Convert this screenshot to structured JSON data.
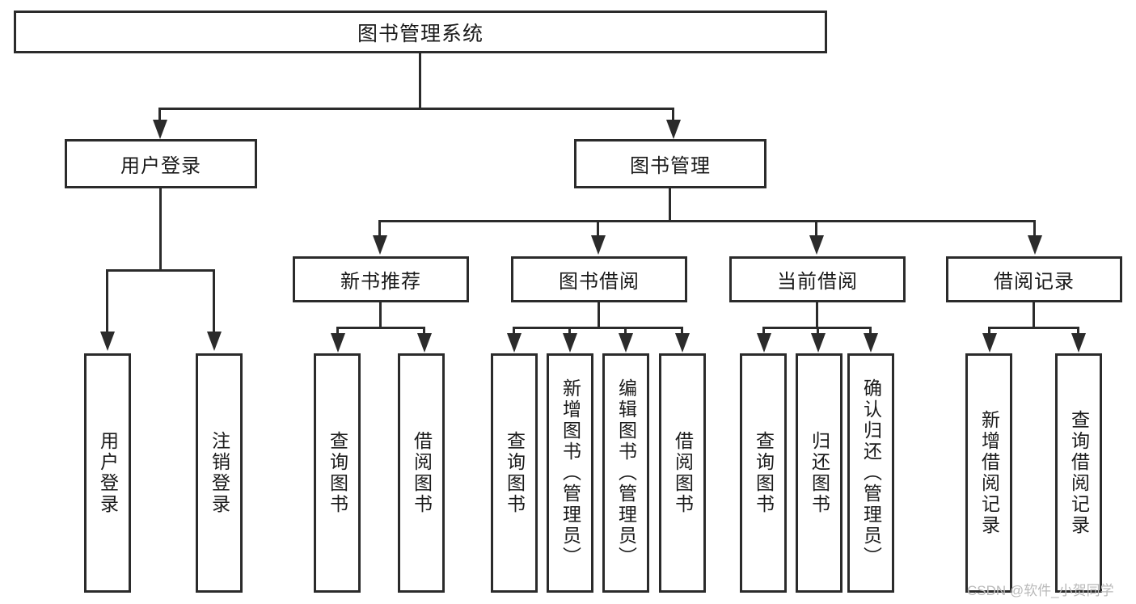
{
  "diagram": {
    "type": "hierarchy-tree",
    "title": "图书管理系统",
    "root": {
      "label": "图书管理系统"
    },
    "level1": [
      {
        "id": "user-login",
        "label": "用户登录"
      },
      {
        "id": "book-management",
        "label": "图书管理"
      }
    ],
    "level2": [
      {
        "id": "new-book-recommend",
        "label": "新书推荐",
        "parent": "book-management"
      },
      {
        "id": "book-borrow",
        "label": "图书借阅",
        "parent": "book-management"
      },
      {
        "id": "current-borrow",
        "label": "当前借阅",
        "parent": "book-management"
      },
      {
        "id": "borrow-record",
        "label": "借阅记录",
        "parent": "book-management"
      }
    ],
    "leaves": {
      "user_login": [
        {
          "id": "leaf-user-login",
          "label": "用户登录"
        },
        {
          "id": "leaf-logout",
          "label": "注销登录"
        }
      ],
      "new_book_recommend": [
        {
          "id": "leaf-query-book-1",
          "label": "查询图书"
        },
        {
          "id": "leaf-borrow-book-1",
          "label": "借阅图书"
        }
      ],
      "book_borrow": [
        {
          "id": "leaf-query-book-2",
          "label": "查询图书"
        },
        {
          "id": "leaf-add-book",
          "label": "新增图书（管理员）"
        },
        {
          "id": "leaf-edit-book",
          "label": "编辑图书（管理员）"
        },
        {
          "id": "leaf-borrow-book-2",
          "label": "借阅图书"
        }
      ],
      "current_borrow": [
        {
          "id": "leaf-query-book-3",
          "label": "查询图书"
        },
        {
          "id": "leaf-return-book",
          "label": "归还图书"
        },
        {
          "id": "leaf-confirm-return",
          "label": "确认归还（管理员）"
        }
      ],
      "borrow_record": [
        {
          "id": "leaf-add-record",
          "label": "新增借阅记录"
        },
        {
          "id": "leaf-query-record",
          "label": "查询借阅记录"
        }
      ]
    }
  },
  "watermark": {
    "text": "CSDN @软件_小贺同学"
  },
  "colors": {
    "stroke": "#2b2b2b",
    "background": "#ffffff",
    "text": "#1a1a1a",
    "watermark": "#b9b9b9"
  }
}
